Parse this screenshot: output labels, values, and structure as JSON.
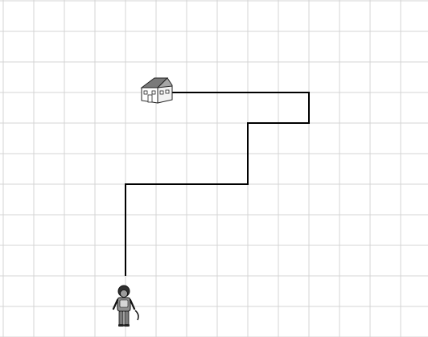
{
  "grid": {
    "columns": 14,
    "rows": 11,
    "line_color": "#d4d4d4",
    "background": "#ffffff"
  },
  "route": {
    "color": "#000000",
    "start_label_icon": "person-walking-icon",
    "end_label_icon": "house-icon",
    "cells": [
      [
        4,
        9
      ],
      [
        4,
        6
      ],
      [
        8,
        6
      ],
      [
        8,
        4
      ],
      [
        10,
        4
      ],
      [
        10,
        3
      ],
      [
        5,
        3
      ]
    ]
  },
  "icons": {
    "person": "person-icon",
    "house": "house-icon"
  }
}
